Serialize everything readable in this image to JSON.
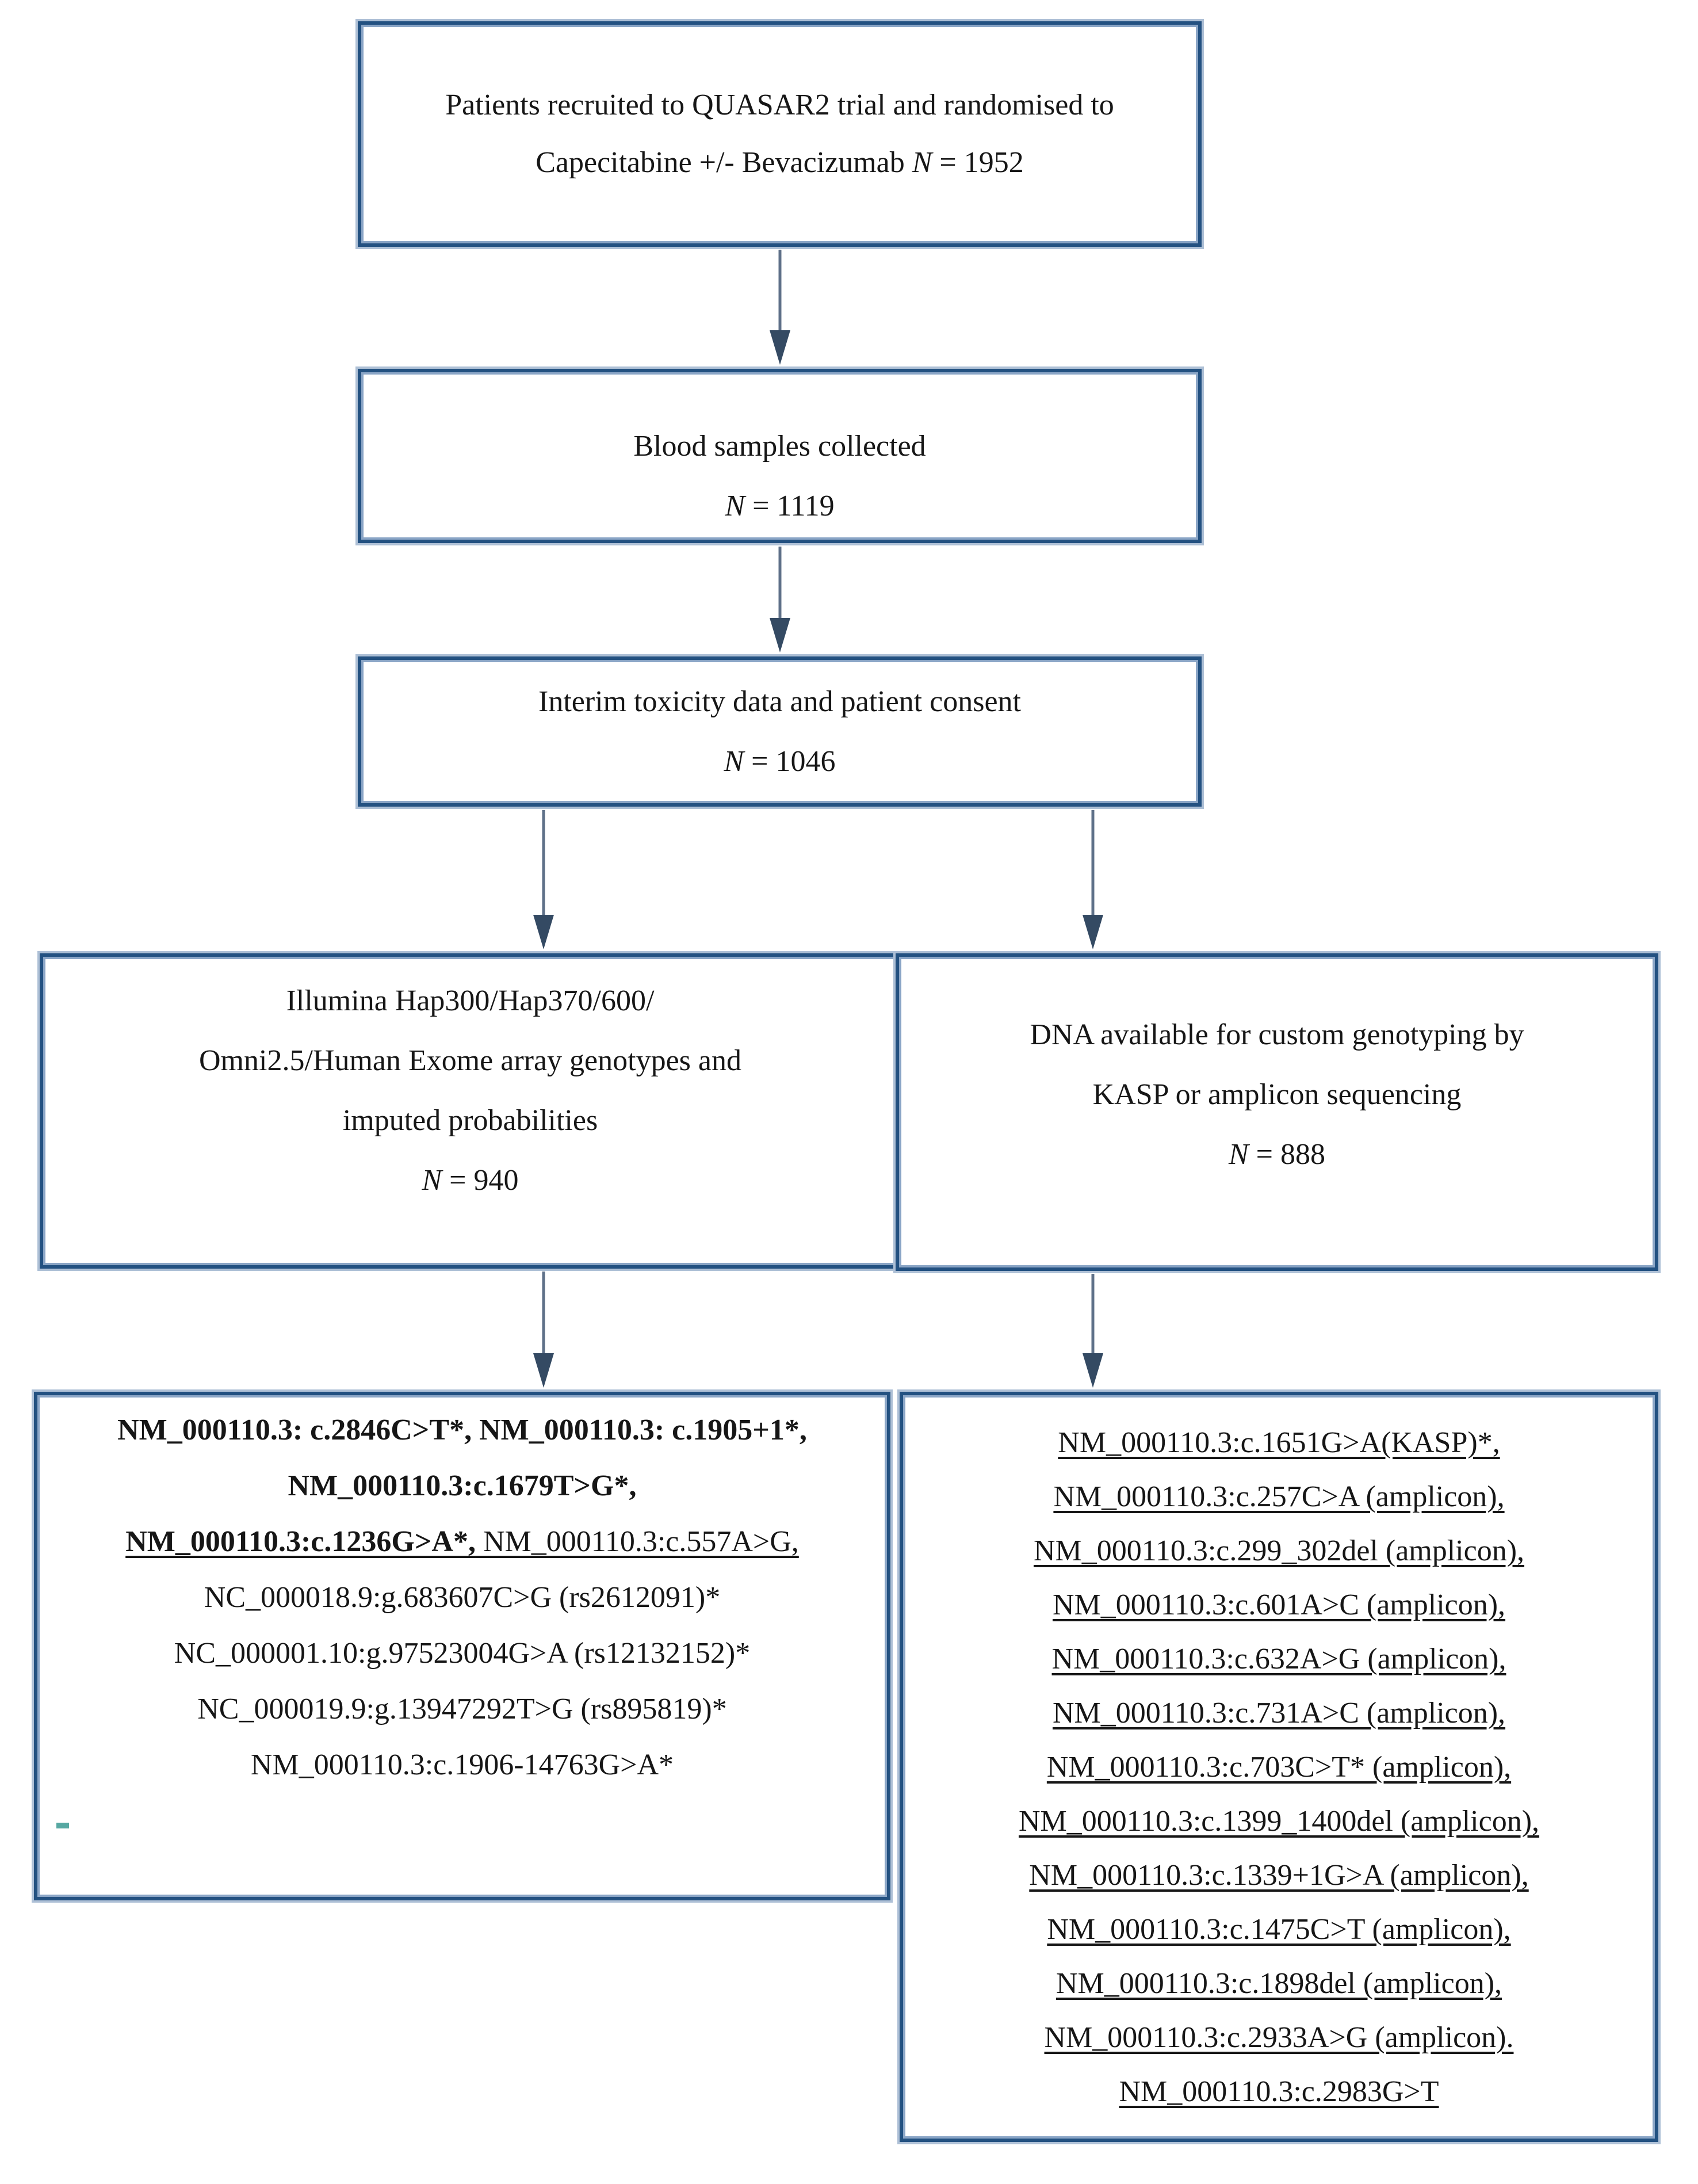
{
  "palette": {
    "border_outer": "#aec0d6",
    "border_mid": "#235181",
    "border_inner": "#8aa5c6",
    "arrow_line": "#5f7189",
    "arrow_head": "#344a63",
    "text": "#161616",
    "stray_mark": "#57a8a2",
    "page_bg": "#ffffff"
  },
  "boxes": {
    "recruited": {
      "pre_n": "Patients recruited to QUASAR2 trial and randomised to Capecitabine +/- Bevacizumab",
      "n_symbol": "N",
      "n_value": "= 1952"
    },
    "blood": {
      "text": "Blood samples collected",
      "n_symbol": "N",
      "n_value": "= 1119"
    },
    "interim": {
      "text": "Interim toxicity data and patient consent",
      "n_symbol": "N",
      "n_value": "= 1046"
    },
    "array": {
      "lines": [
        "Illumina Hap300/Hap370/600/",
        "Omni2.5/Human Exome array genotypes and",
        "imputed probabilities"
      ],
      "n_symbol": "N",
      "n_value": "= 940"
    },
    "dna": {
      "lines": [
        "DNA available for custom genotyping by",
        "KASP or amplicon sequencing"
      ],
      "n_symbol": "N",
      "n_value": "= 888"
    },
    "variants_left": {
      "lines": [
        {
          "text": "NM_000110.3: c.2846C>T*, NM_000110.3: c.1905+1*,",
          "bold": true
        },
        {
          "text": "NM_000110.3:c.1679T>G*,",
          "bold": true
        },
        {
          "segments": [
            {
              "text": "NM_000110.3:c.1236G>A*,",
              "bold": true,
              "underline": true
            },
            {
              "text": " NM_000110.3:c.557A>G,",
              "underline": true
            }
          ]
        },
        {
          "text": "NC_000018.9:g.683607C>G (rs2612091)*"
        },
        {
          "text": "NC_000001.10:g.97523004G>A (rs12132152)*"
        },
        {
          "text": "NC_000019.9:g.13947292T>G (rs895819)*"
        },
        {
          "text": "NM_000110.3:c.1906-14763G>A*"
        }
      ]
    },
    "variants_right": {
      "lines": [
        {
          "text": "NM_000110.3:c.1651G>A(KASP)*,",
          "underline": true
        },
        {
          "text": "NM_000110.3:c.257C>A (amplicon),",
          "underline": true
        },
        {
          "text": "NM_000110.3:c.299_302del (amplicon),",
          "underline": true
        },
        {
          "text": "NM_000110.3:c.601A>C (amplicon),",
          "underline": true
        },
        {
          "text": "NM_000110.3:c.632A>G (amplicon),",
          "underline": true
        },
        {
          "text": "NM_000110.3:c.731A>C (amplicon),",
          "underline": true
        },
        {
          "text": "NM_000110.3:c.703C>T* (amplicon),",
          "underline": true
        },
        {
          "text": "NM_000110.3:c.1399_1400del (amplicon),",
          "underline": true
        },
        {
          "text": "NM_000110.3:c.1339+1G>A (amplicon),",
          "underline": true
        },
        {
          "text": "NM_000110.3:c.1475C>T (amplicon),",
          "underline": true
        },
        {
          "text": "NM_000110.3:c.1898del (amplicon),",
          "underline": true
        },
        {
          "text": "NM_000110.3:c.2933A>G (amplicon).",
          "underline": true
        },
        {
          "text": "NM_000110.3:c.2983G>T",
          "underline": true
        }
      ]
    }
  }
}
